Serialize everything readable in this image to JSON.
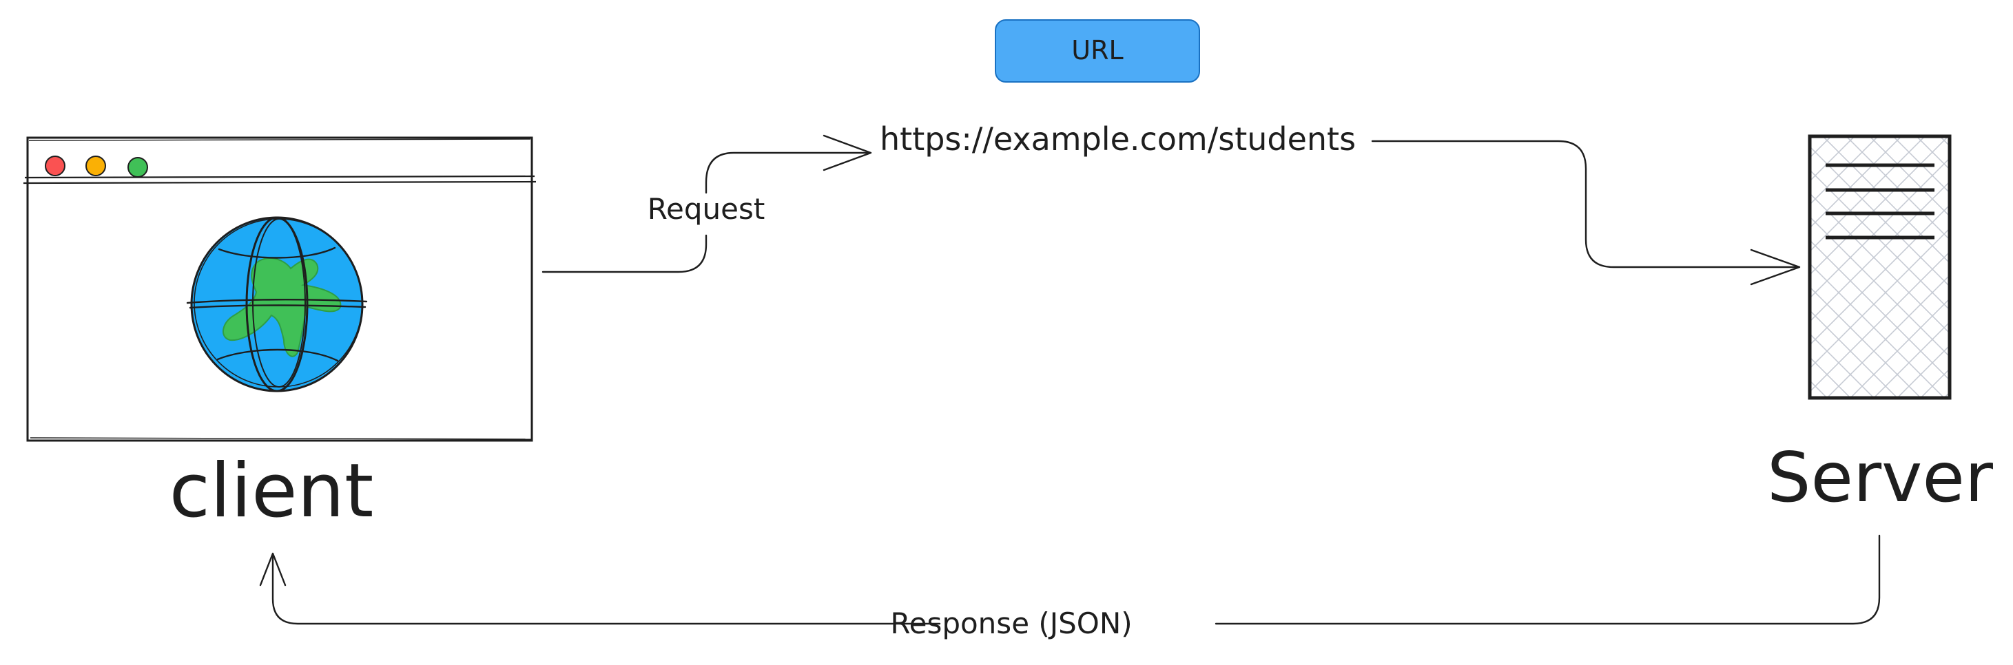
{
  "url_box": {
    "label": "URL",
    "color": "#4dabf7"
  },
  "url_text": "https://example.com/students",
  "request_label": "Request",
  "response_label": "Response (JSON)",
  "client": {
    "label": "client",
    "window_buttons": [
      "#fa5252",
      "#fab005",
      "#40c057"
    ],
    "globe": {
      "ocean_color": "#1eaaf6",
      "land_color": "#40c057"
    }
  },
  "server": {
    "label": "Server"
  },
  "colors": {
    "stroke": "#1e1e1e",
    "background": "#ffffff",
    "server_hatch": "#c6cbd4"
  }
}
